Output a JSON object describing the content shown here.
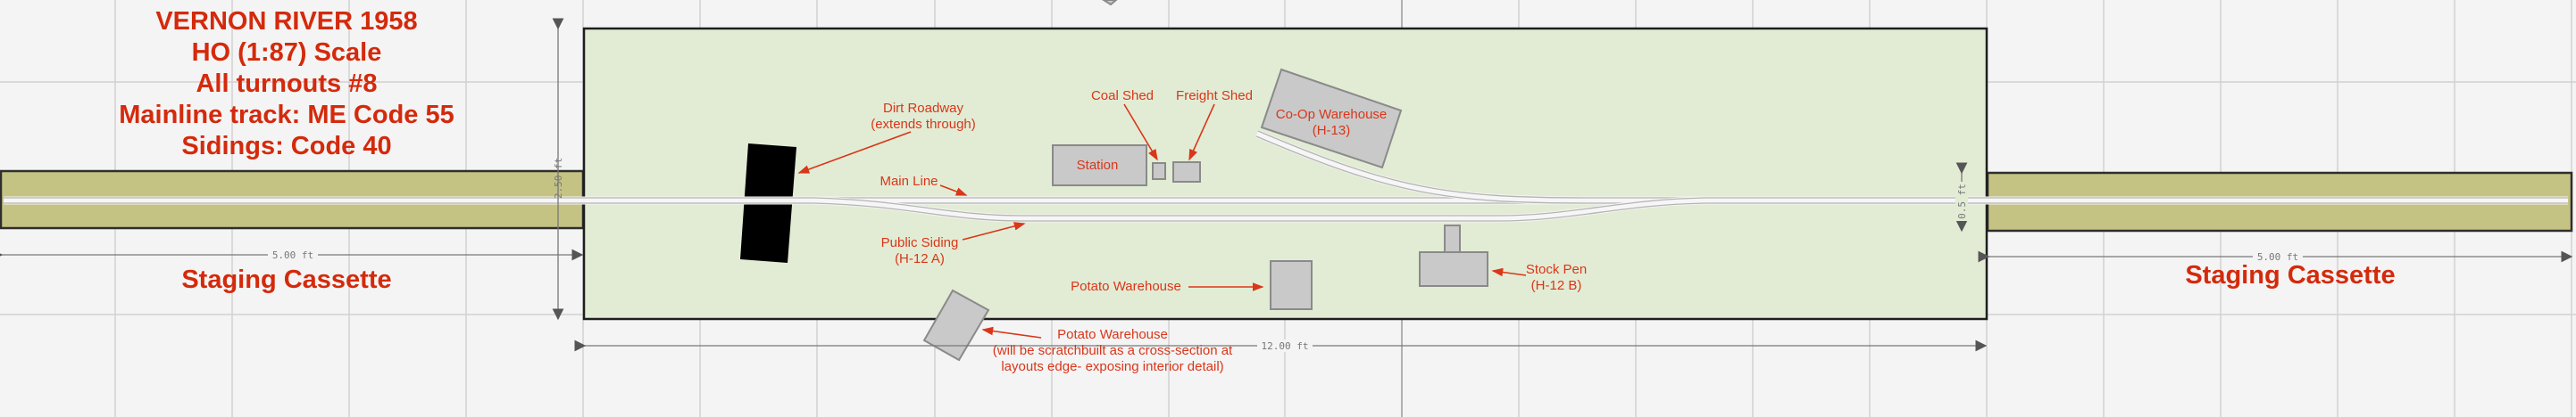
{
  "title_lines": [
    "VERNON RIVER 1958",
    "HO (1:87) Scale",
    "All turnouts #8",
    "Mainline track: ME Code 55",
    "Sidings: Code 40"
  ],
  "staging": {
    "left_label": "Staging Cassette",
    "right_label": "Staging Cassette"
  },
  "dimensions": {
    "board_height": "2.50 ft",
    "board_width": "12.00 ft",
    "left_cassette_length": "5.00 ft",
    "right_cassette_length": "5.00 ft",
    "cassette_width": "0.5 ft"
  },
  "labels": {
    "dirt_roadway": [
      "Dirt Roadway",
      "(extends through)"
    ],
    "main_line": "Main Line",
    "public_siding": [
      "Public Siding",
      "(H-12 A)"
    ],
    "station": "Station",
    "coal_shed": "Coal Shed",
    "freight_shed": "Freight Shed",
    "coop_warehouse": [
      "Co-Op Warehouse",
      "(H-13)"
    ],
    "potato_warehouse": "Potato Warehouse",
    "stock_pen": [
      "Stock Pen",
      "(H-12 B)"
    ],
    "potato_warehouse_edge": [
      "Potato Warehouse",
      "(will be scratchbuilt as a cross-section at",
      "layouts edge- exposing interior detail)"
    ]
  },
  "colors": {
    "annotation": "#d9361a",
    "title": "#d42a0c",
    "board": "#e2ecd4",
    "cassette": "#c5c383",
    "building": "#c9c9c9"
  }
}
